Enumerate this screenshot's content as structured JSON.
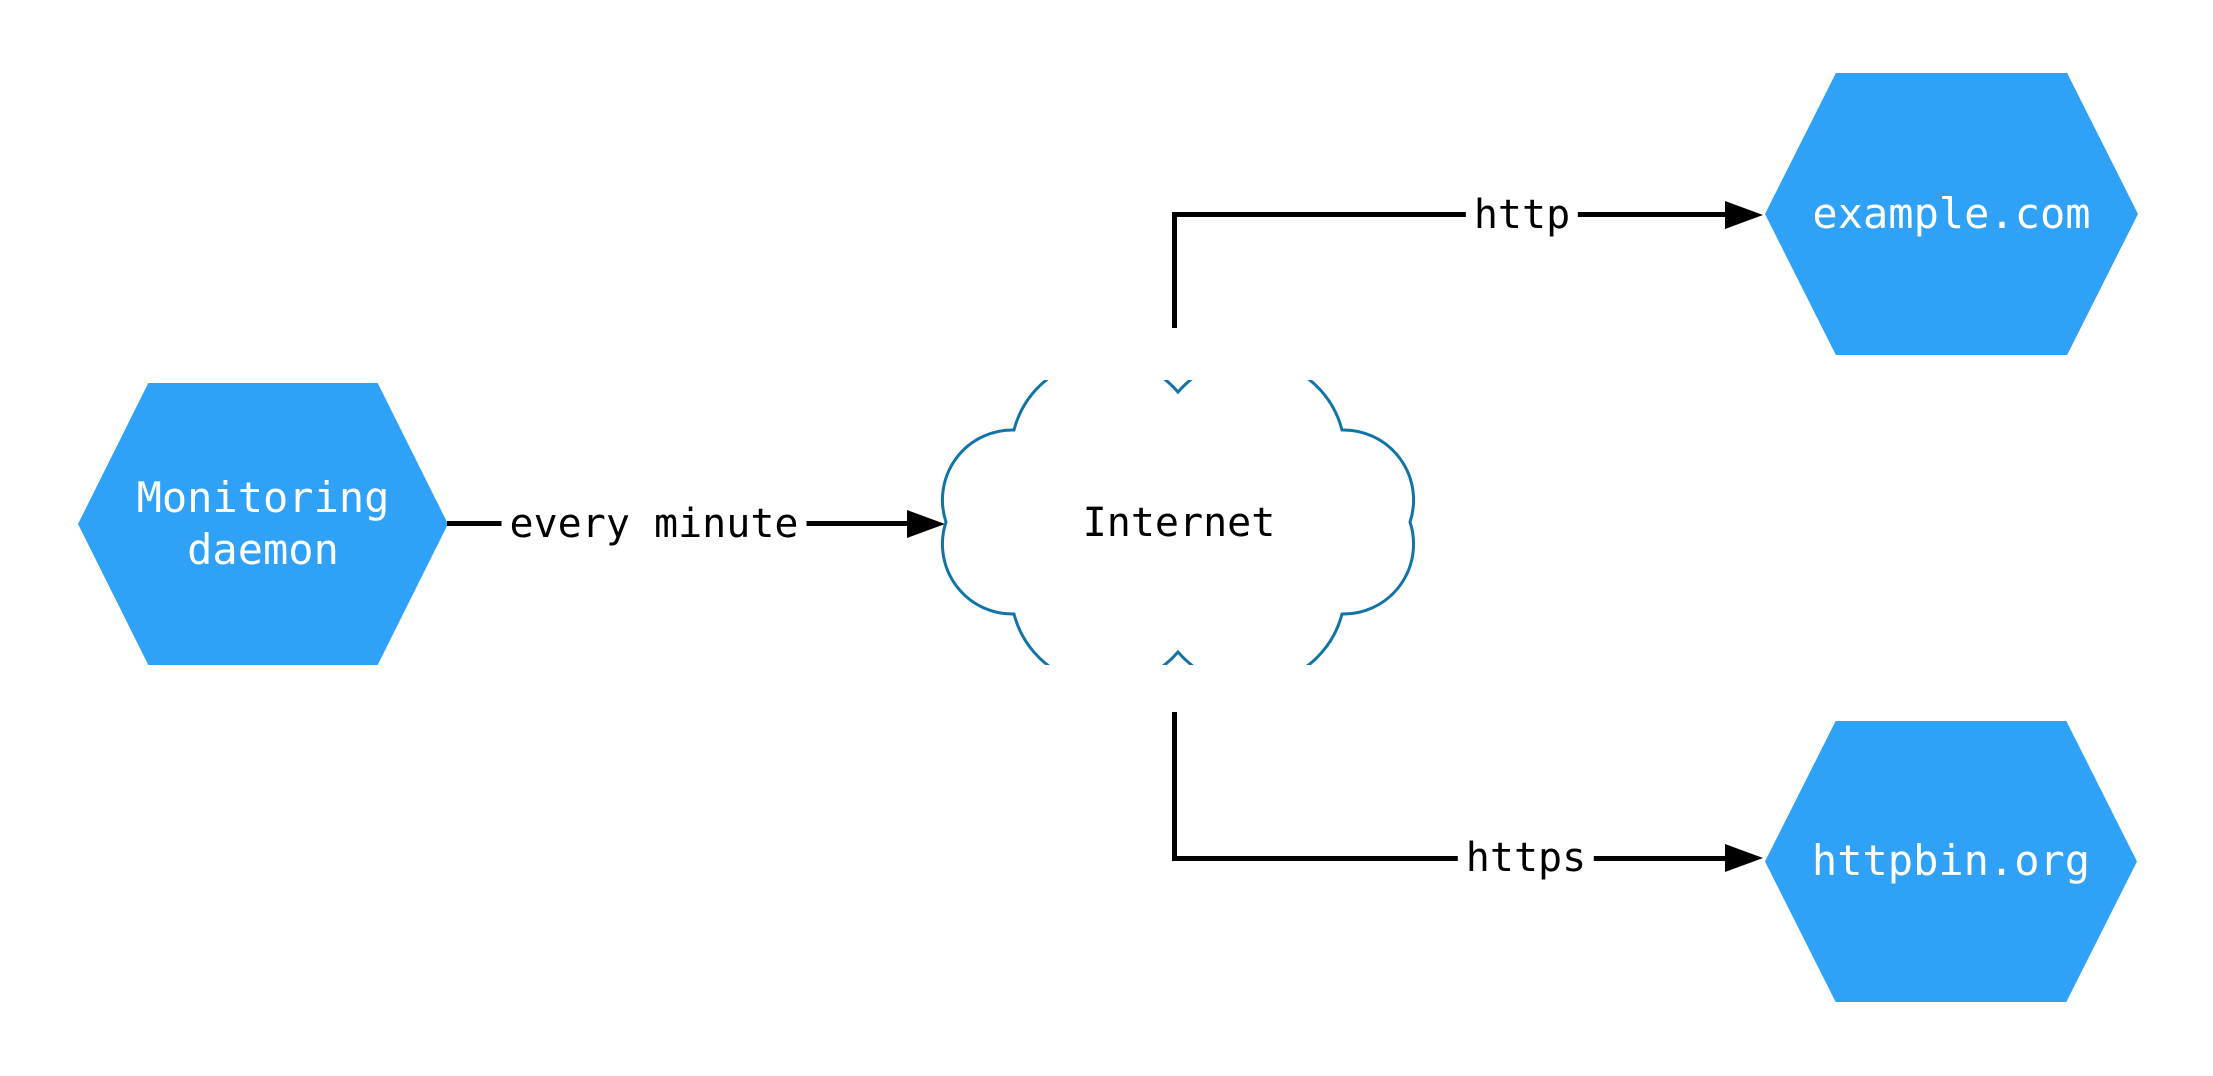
{
  "diagram": {
    "nodes": [
      {
        "id": "monitoring-daemon",
        "shape": "hexagon",
        "label": "Monitoring daemon"
      },
      {
        "id": "internet",
        "shape": "cloud",
        "label": "Internet"
      },
      {
        "id": "example-com",
        "shape": "hexagon",
        "label": "example.com"
      },
      {
        "id": "httpbin-org",
        "shape": "hexagon",
        "label": "httpbin.org"
      }
    ],
    "edges": [
      {
        "from": "monitoring-daemon",
        "to": "internet",
        "label": "every minute"
      },
      {
        "from": "internet",
        "to": "example-com",
        "label": "http"
      },
      {
        "from": "internet",
        "to": "httpbin-org",
        "label": "https"
      }
    ],
    "colors": {
      "node_fill": "#2FA2F8",
      "node_text": "#FFFFFF",
      "cloud_stroke": "#1173A6",
      "cloud_fill": "#FFFFFF",
      "edge_color": "#000000",
      "edge_text": "#000000",
      "bg": "#FFFFFF"
    }
  }
}
